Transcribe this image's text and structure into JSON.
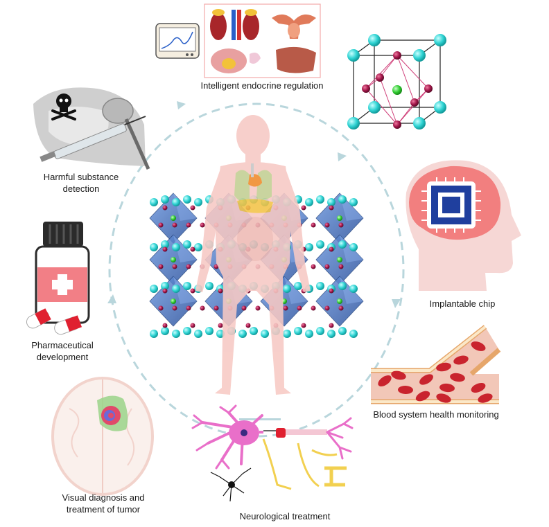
{
  "labels": {
    "endocrine": "Intelligent endocrine regulation",
    "harmful_line1": "Harmful substance",
    "harmful_line2": "detection",
    "pharma_line1": "Pharmaceutical",
    "pharma_line2": "development",
    "implantable": "Implantable chip",
    "blood": "Blood system health monitoring",
    "tumor_line1": "Visual diagnosis and",
    "tumor_line2": "treatment of tumor",
    "neuro": "Neurological treatment"
  },
  "colors": {
    "dashed_circle": "#b9d6dc",
    "body": "#f7c9c4",
    "octahedron": "#3f6fbf",
    "atom_cyan": "#2fd3d3",
    "atom_red": "#a3164a",
    "atom_green": "#33cc33",
    "chip_blue": "#1f3f9e",
    "blood_cell": "#c9242e",
    "vessel": "#f2c7b8",
    "neuron": "#e96fc9",
    "pill_red": "#e02030",
    "bottle_label": "#f27f86"
  },
  "icons": {
    "crystal": "crystal-structure-icon",
    "body": "human-body-icon",
    "organs": "endocrine-organs-icon",
    "monitor": "monitor-icon",
    "skull": "skull-icon",
    "syringe": "syringe-icon",
    "bottle": "medicine-bottle-icon",
    "head": "head-chip-icon",
    "vessel": "blood-vessel-icon",
    "brain": "brain-scan-icon",
    "neuron": "neuron-icon"
  }
}
